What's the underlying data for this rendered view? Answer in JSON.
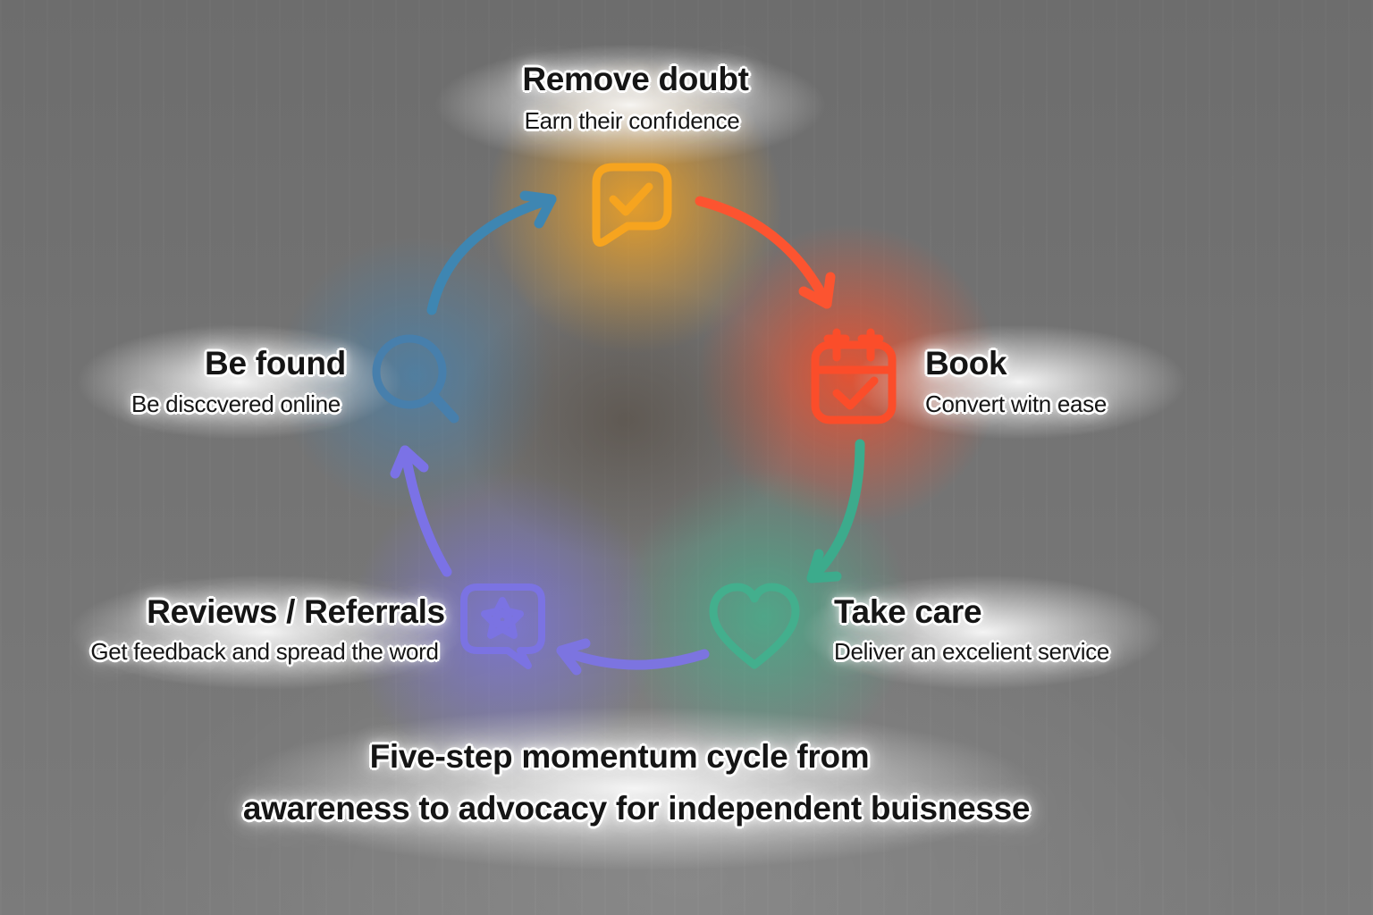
{
  "diagram": {
    "type": "cycle",
    "caption": {
      "line1": "Five-step momentum cycle from",
      "line2": "awareness to advocacy for independent buisnesse"
    },
    "steps": [
      {
        "id": "remove-doubt",
        "title": "Remove doubt",
        "subtitle": "Earn their confıdence",
        "icon": "chat-check-icon",
        "color": "#F6A41F",
        "position": "top"
      },
      {
        "id": "book",
        "title": "Book",
        "subtitle": "Convert witn ease",
        "icon": "calendar-check-icon",
        "color": "#FB4D2A",
        "position": "right"
      },
      {
        "id": "take-care",
        "title": "Take care",
        "subtitle": "Deliver an excelient service",
        "icon": "heart-icon",
        "color": "#43AF8D",
        "position": "bottom-right"
      },
      {
        "id": "reviews-referrals",
        "title": "Reviews / Referrals",
        "subtitle": "Get feedback and spread the word",
        "icon": "star-bubble-icon",
        "color": "#7B73E2",
        "position": "bottom-left"
      },
      {
        "id": "be-found",
        "title": "Be found",
        "subtitle": "Be disccvered online",
        "icon": "search-icon",
        "color": "#477FAC",
        "position": "left"
      }
    ],
    "arrows": [
      {
        "id": "arrow-be-found-to-remove-doubt",
        "from": "be-found",
        "to": "remove-doubt",
        "color": "#3E86B2"
      },
      {
        "id": "arrow-remove-doubt-to-book",
        "from": "remove-doubt",
        "to": "book",
        "color": "#FC5430"
      },
      {
        "id": "arrow-book-to-take-care",
        "from": "book",
        "to": "take-care",
        "color": "#3CAB8C"
      },
      {
        "id": "arrow-take-care-to-reviews",
        "from": "take-care",
        "to": "reviews-referrals",
        "color": "#7C74E0"
      },
      {
        "id": "arrow-reviews-to-be-found",
        "from": "reviews-referrals",
        "to": "be-found",
        "color": "#7B72E6"
      }
    ]
  }
}
